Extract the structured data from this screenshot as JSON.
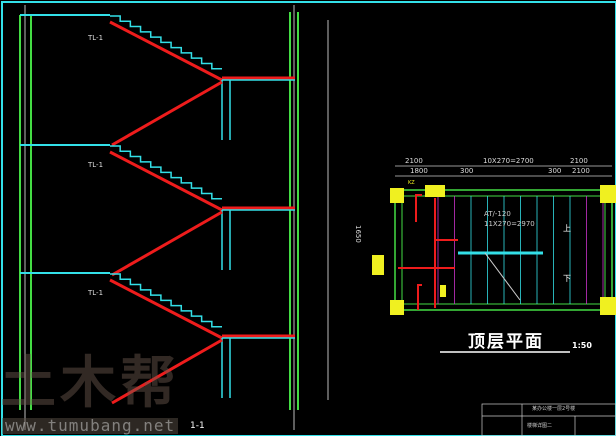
{
  "section": {
    "label": "1-1",
    "callout_labels": [
      "TL-1",
      "TL-1",
      "TL-1"
    ]
  },
  "plan": {
    "title": "顶层平面",
    "scale": "1:50",
    "dimensions_top": [
      "2100",
      "10X270=2700",
      "2100"
    ],
    "dimensions_second": [
      "1800",
      "300",
      "300",
      "2100"
    ],
    "stair_note": [
      "AT/-120",
      "11X270=2970"
    ],
    "dimension_left": "1650",
    "up_label": "上",
    "down_label": "下",
    "column_tag": "KZ"
  },
  "title_block": {
    "project": "某办公楼一层2号楼",
    "drawing": "楼梯详图二"
  },
  "watermark": {
    "logo": "土木帮",
    "url": "www.tumubang.net"
  },
  "colors": {
    "cyan": "#33e0e8",
    "green": "#44dd44",
    "red": "#ee1c1c",
    "yellow": "#f0f020",
    "magenta": "#cc33cc"
  }
}
